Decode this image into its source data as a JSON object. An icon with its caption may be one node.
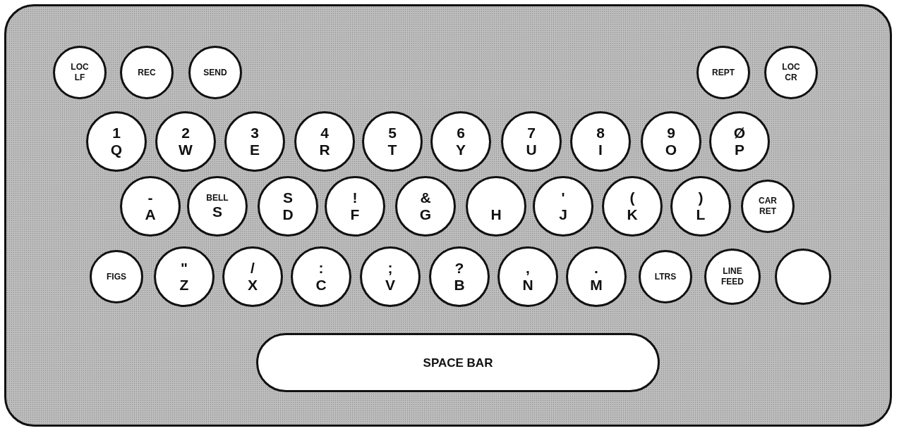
{
  "diagram": {
    "nodes": [
      {
        "text": [
          "LOC LF"
        ]
      },
      {
        "text": [
          "REC"
        ]
      },
      {
        "text": [
          "SEND"
        ]
      },
      {
        "text": [
          "REPT"
        ]
      },
      {
        "text": [
          "LOC CR"
        ]
      },
      {
        "text": [
          "1",
          "Q"
        ]
      },
      {
        "text": [
          "2",
          "W"
        ]
      },
      {
        "text": [
          "3",
          "E"
        ]
      },
      {
        "text": [
          "4",
          "R"
        ]
      },
      {
        "text": [
          "5",
          "T"
        ]
      },
      {
        "text": [
          "6",
          "Y"
        ]
      },
      {
        "text": [
          "7",
          "U"
        ]
      },
      {
        "text": [
          "8",
          "I"
        ]
      },
      {
        "text": [
          "9",
          "O"
        ]
      },
      {
        "text": [
          "Ø",
          "P"
        ]
      },
      {
        "text": [
          "-",
          "A"
        ]
      },
      {
        "text": [
          "BELL",
          "S"
        ]
      },
      {
        "text": [
          "S",
          "D"
        ]
      },
      {
        "text": [
          "!",
          "F"
        ]
      },
      {
        "text": [
          "&",
          "G"
        ]
      },
      {
        "text": [
          "H"
        ]
      },
      {
        "text": [
          "'",
          "J"
        ]
      },
      {
        "text": [
          "(",
          "K"
        ]
      },
      {
        "text": [
          ")",
          "L"
        ]
      },
      {
        "text": [
          "CAR RET"
        ]
      },
      {
        "text": [
          "FIGS"
        ]
      },
      {
        "text": [
          "\"",
          "Z"
        ]
      },
      {
        "text": [
          "/",
          "X"
        ]
      },
      {
        "text": [
          ":",
          "C"
        ]
      },
      {
        "text": [
          ";",
          "V"
        ]
      },
      {
        "text": [
          "?",
          "B"
        ]
      },
      {
        "text": [
          ",",
          "N"
        ]
      },
      {
        "text": [
          ".",
          "M"
        ]
      },
      {
        "text": [
          "LTRS"
        ]
      },
      {
        "text": [
          "LINE FEED"
        ]
      },
      {
        "text": [],
        "shape": "circle"
      },
      {
        "text": [
          "SPACE BAR"
        ]
      }
    ]
  }
}
